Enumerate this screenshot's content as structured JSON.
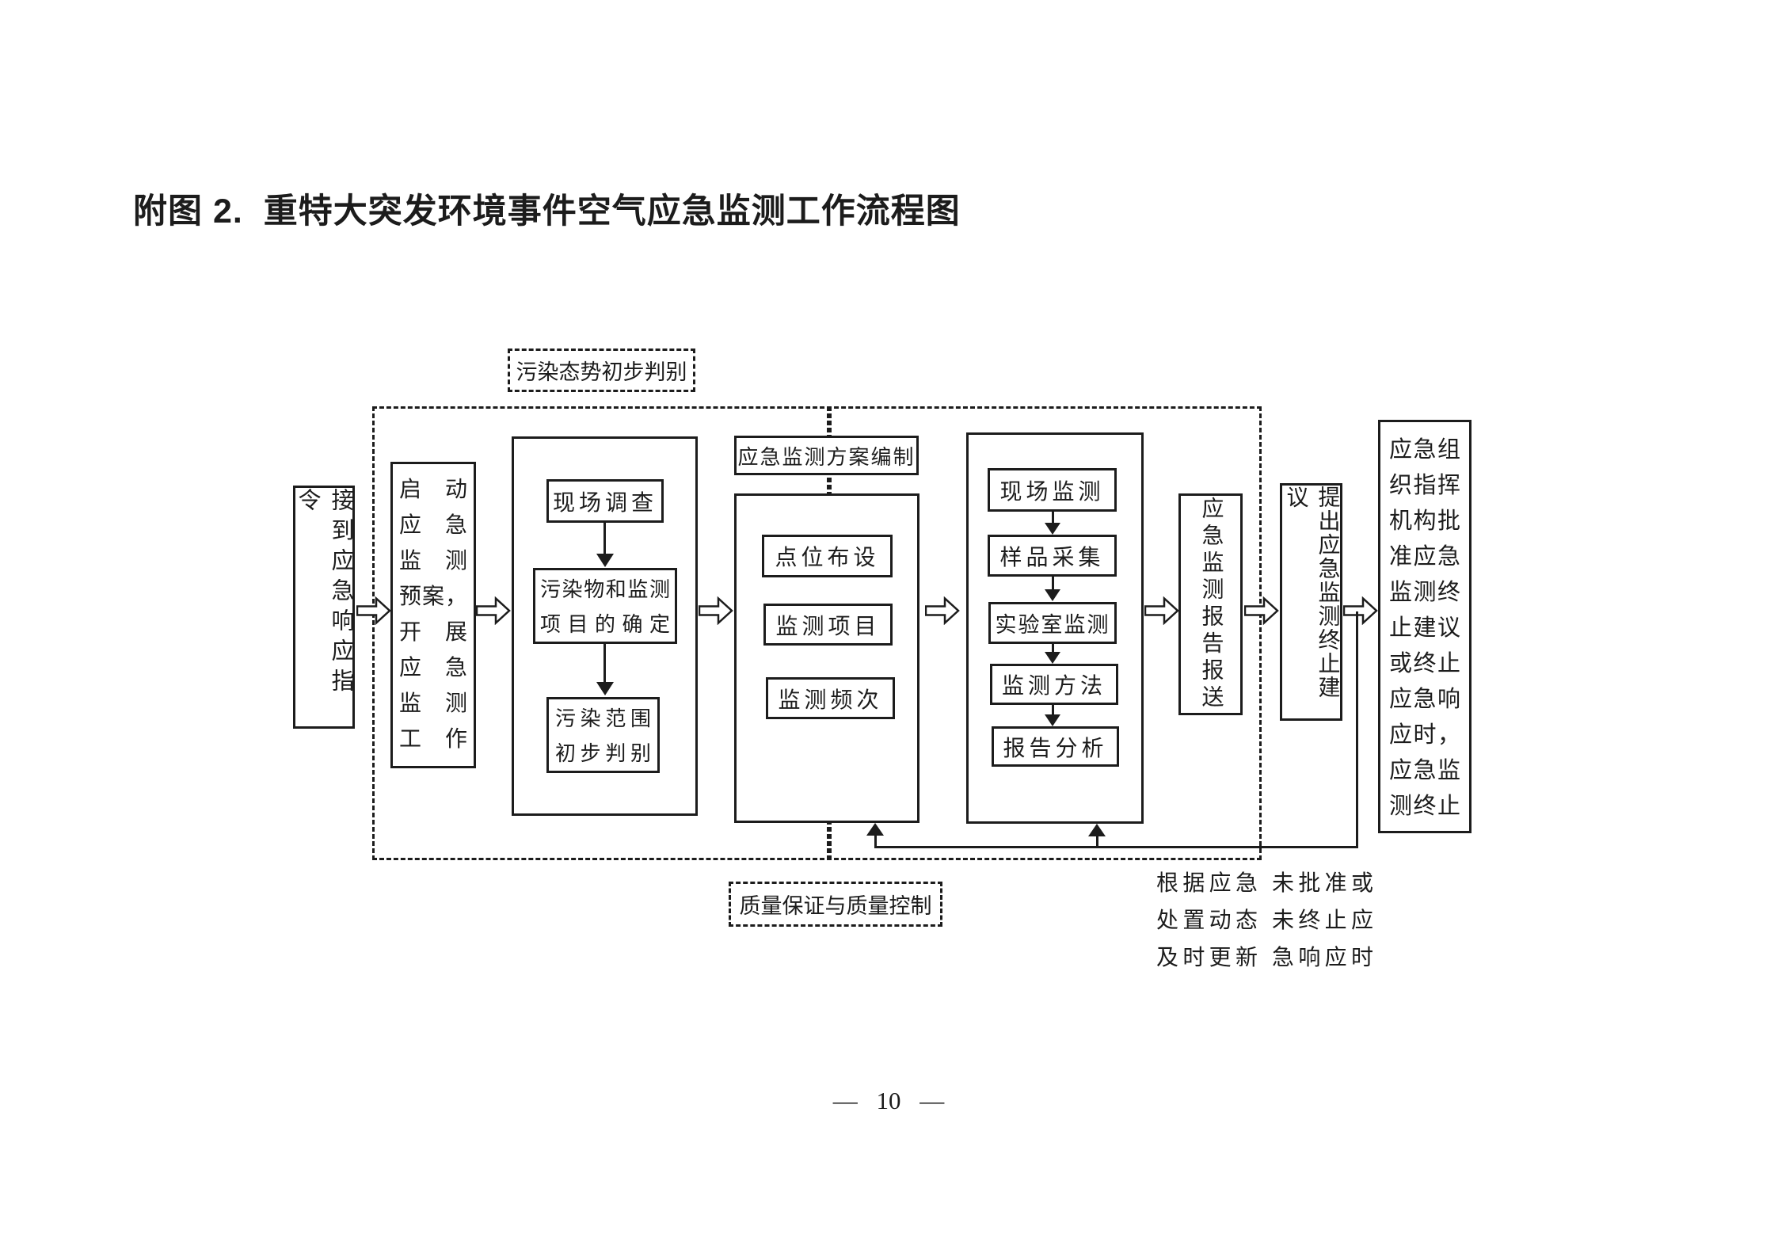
{
  "page": {
    "title": "附图 2.  重特大突发环境事件空气应急监测工作流程图",
    "footer": "— 10 —"
  },
  "colors": {
    "ink": "#1c1c1c",
    "background": "#ffffff"
  },
  "flowchart": {
    "labels": {
      "pollution_assessment": "污染态势初步判别",
      "plan_preparation": "应急监测方案编制",
      "qa_qc": "质量保证与质量控制"
    },
    "nodes": {
      "receive_order": "接到应急响应指令",
      "start_monitoring_lines": [
        "启动",
        "应急",
        "监测",
        "预案，",
        "开展",
        "应急",
        "监测",
        "工作"
      ],
      "site_survey": "现场调查",
      "pollutant_determination_lines": [
        "污染物和监测",
        "项目的确定"
      ],
      "pollution_range_lines": [
        "污染范围",
        "初步判别"
      ],
      "point_layout": "点位布设",
      "monitoring_items": "监测项目",
      "monitoring_frequency": "监测频次",
      "site_monitoring": "现场监测",
      "sample_collection": "样品采集",
      "laboratory_monitoring": "实验室监测",
      "monitoring_method": "监测方法",
      "report_analysis": "报告分析",
      "report_submission": "应急监测报告报送",
      "propose_termination": "提出应急监测终止建议",
      "termination_approval_lines": [
        "应急组",
        "织指挥",
        "机构批",
        "准应急",
        "监测终",
        "止建议",
        "或终止",
        "应急响",
        "应时，",
        "应急监",
        "测终止"
      ]
    },
    "annotations": {
      "update_note_lines": [
        "根据应急",
        "处置动态",
        "及时更新"
      ],
      "not_approved_note_lines": [
        "未批准或",
        "未终止应",
        "急响应时"
      ]
    }
  }
}
